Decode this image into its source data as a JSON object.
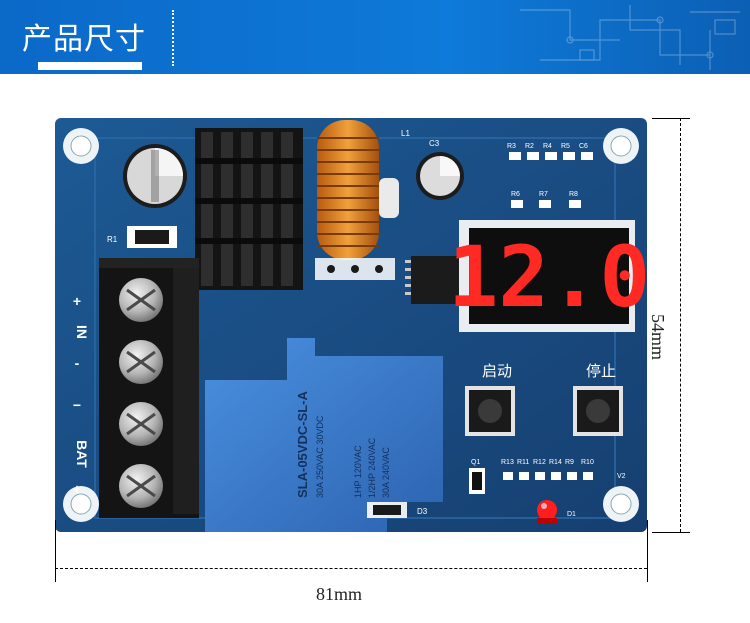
{
  "header": {
    "title": "产品尺寸"
  },
  "board": {
    "display_value": "12.0",
    "buttons": {
      "start_label": "启动",
      "stop_label": "停止"
    },
    "terminal_labels": {
      "in_plus": "+",
      "in": "IN",
      "in_minus": "-",
      "bat_minus": "−",
      "bat": "BAT",
      "bat_plus": "+"
    },
    "relay": {
      "model": "SLA-05VDC-SL-A",
      "rating_1": "30A 250VAC 30VDC",
      "rating_2": "1HP 120VAC",
      "rating_3": "1/2HP 240VAC",
      "rating_4": "30A 240VAC"
    },
    "silkscreen": {
      "c3": "C3",
      "l1": "L1",
      "r1": "R1",
      "r3": "R3",
      "r2": "R2",
      "r4": "R4",
      "r5": "R5",
      "c6": "C6",
      "r6": "R6",
      "r7": "R7",
      "r8": "R8",
      "q1": "Q1",
      "r13": "R13",
      "r11": "R11",
      "r12": "R12",
      "r14": "R14",
      "r9": "R9",
      "r10": "R10",
      "v2": "V2",
      "d1": "D1",
      "d3": "D3"
    }
  },
  "dimensions": {
    "width": "81mm",
    "height": "54mm"
  },
  "colors": {
    "header_bg": "#0a6fd0",
    "pcb_blue": "#1a4f86",
    "relay_blue": "#3b7fd1",
    "led_red": "#ff2a24"
  }
}
